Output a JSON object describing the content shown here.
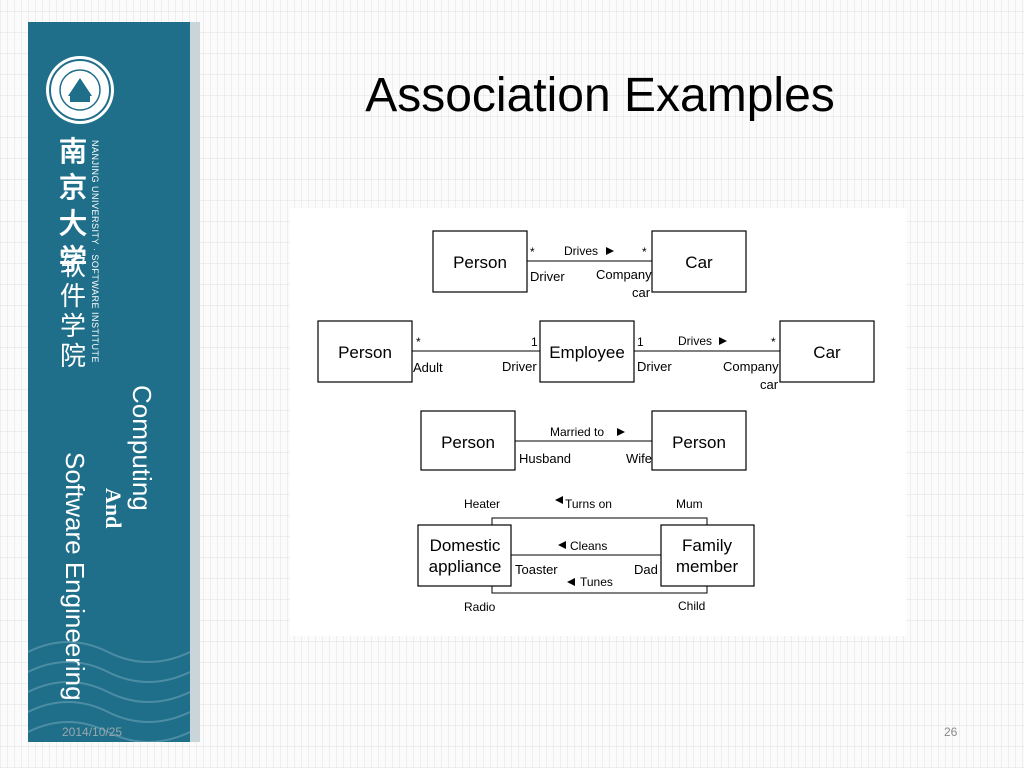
{
  "slide": {
    "title": "Association Examples",
    "date": "2014/10/25",
    "page_number": "26"
  },
  "sidebar": {
    "university_cn": "南京大学",
    "university_en": "NANJING UNIVERSITY · SOFTWARE INSTITUTE",
    "institute_cn": "软件学院",
    "line1": "Computing",
    "line2": "And",
    "line3": "Software Engineering",
    "logo_icon": "university-seal-icon",
    "colors": {
      "panel": "#1f6f8a",
      "edge": "#c9d5d9"
    }
  },
  "diagram": {
    "ex1": {
      "left_class": "Person",
      "right_class": "Car",
      "assoc": "Drives",
      "left_mult": "*",
      "right_mult": "*",
      "left_role": "Driver",
      "right_role_1": "Company",
      "right_role_2": "car"
    },
    "ex2": {
      "left_class": "Person",
      "mid_class": "Employee",
      "right_class": "Car",
      "a1_left_mult": "*",
      "a1_right_mult": "1",
      "a1_left_role": "Adult",
      "a1_right_role": "Driver",
      "a2_left_mult": "1",
      "a2_right_mult": "*",
      "assoc": "Drives",
      "a2_left_role": "Driver",
      "a2_right_role_1": "Company",
      "a2_right_role_2": "car"
    },
    "ex3": {
      "left_class": "Person",
      "right_class": "Person",
      "assoc": "Married to",
      "left_role": "Husband",
      "right_role": "Wife"
    },
    "ex4": {
      "left_class_1": "Domestic",
      "left_class_2": "appliance",
      "right_class_1": "Family",
      "right_class_2": "member",
      "top_assoc": "Turns on",
      "top_left_role": "Heater",
      "top_right_role": "Mum",
      "mid_assoc": "Cleans",
      "mid_left_role": "Toaster",
      "mid_right_role": "Dad",
      "bot_assoc": "Tunes",
      "bot_left_role": "Radio",
      "bot_right_role": "Child"
    }
  }
}
